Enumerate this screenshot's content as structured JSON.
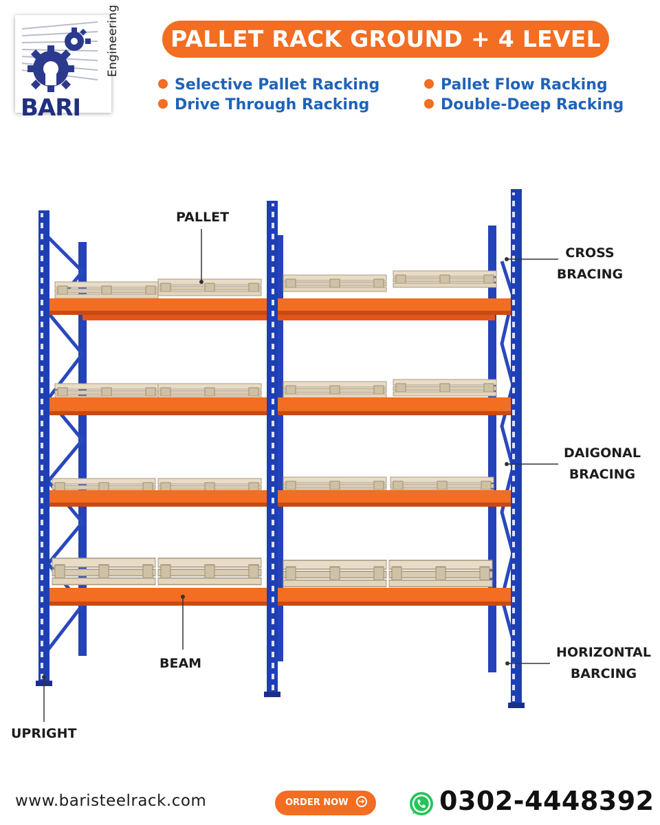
{
  "logo": {
    "brand": "BARI",
    "tagline": "Engineering"
  },
  "title": "PALLET RACK GROUND + 4 LEVEL",
  "features": [
    "Selective Pallet Racking",
    "Pallet Flow Racking",
    "Drive Through Racking",
    "Double-Deep Racking"
  ],
  "labels": {
    "pallet": "PALLET",
    "cross_bracing_1": "CROSS",
    "cross_bracing_2": "BRACING",
    "diagonal_bracing_1": "DAIGONAL",
    "diagonal_bracing_2": "BRACING",
    "horizontal_bracing_1": "HORIZONTAL",
    "horizontal_bracing_2": "BARCING",
    "beam": "BEAM",
    "upright": "UPRIGHT"
  },
  "footer": {
    "website": "www.baristeelrack.com",
    "order_label": "ORDER NOW",
    "phone": "0302-4448392"
  },
  "colors": {
    "brand_orange": "#f36d22",
    "upright_blue": "#2443b8",
    "feature_blue": "#1f63b8",
    "logo_navy": "#20307e"
  }
}
